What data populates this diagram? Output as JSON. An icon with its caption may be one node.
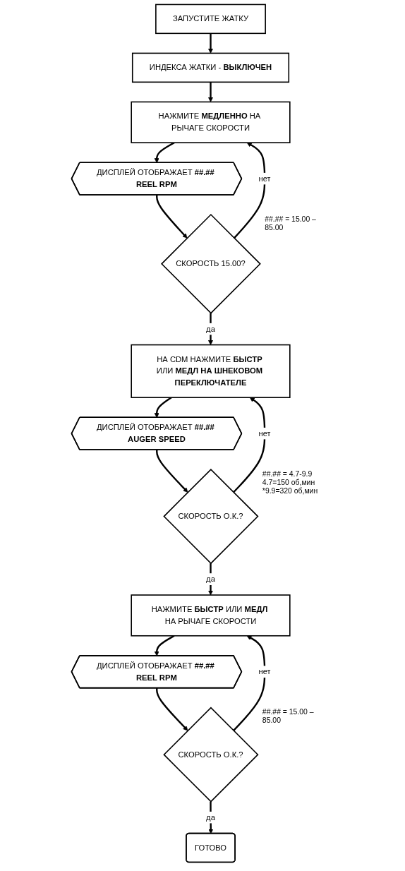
{
  "diagram": {
    "nodes": [
      {
        "text": [
          "ЗАПУСТИТЕ ЖАТКУ"
        ]
      },
      {
        "text": [
          "ИНДЕКСА ЖАТКИ - **ВЫКЛЮЧЕН**"
        ]
      },
      {
        "text": [
          "НАЖМИТЕ **МЕДЛЕННО** НА РЫЧАГЕ СКОРОСТИ"
        ]
      },
      {
        "text": [
          "ДИСПЛЕЙ ОТОБРАЖАЕТ **##.## REEL RPM**"
        ]
      },
      {
        "text": [
          "СКОРОСТЬ 15.00?"
        ],
        "beside": [
          "##.## = 15.00 – 85.00"
        ]
      },
      {
        "text": [
          "НА CDM НАЖМИТЕ **БЫСТР** ИЛИ **МЕДЛ НА ШНЕКОВОМ ПЕРЕКЛЮЧАТЕЛЕ**"
        ]
      },
      {
        "text": [
          "ДИСПЛЕЙ ОТОБРАЖАЕТ **##.## AUGER SPEED**"
        ]
      },
      {
        "text": [
          "СКОРОСТЬ О.К.?"
        ],
        "beside": [
          "##.## = 4.7-9.9 4.7=150 об,мин *9.9=320 об,мин"
        ]
      },
      {
        "text": [
          "НАЖМИТЕ **БЫСТР** ИЛИ **МЕДЛ** НА РЫЧАГЕ СКОРОСТИ"
        ]
      },
      {
        "text": [
          "ДИСПЛЕЙ ОТОБРАЖАЕТ **##.## REEL RPM**"
        ]
      },
      {
        "text": [
          "СКОРОСТЬ О.К.?"
        ],
        "beside": [
          "##.## = 15.00 – 85.00"
        ]
      },
      {
        "text": [
          "ГОТОВО"
        ]
      }
    ],
    "edges": [
      {
        "from": 0,
        "to": 1,
        "arrow": "to"
      },
      {
        "from": 1,
        "to": 2,
        "arrow": "to"
      },
      {
        "from": 2,
        "to": 3,
        "arrow": "to"
      },
      {
        "from": 3,
        "to": 4,
        "arrow": "to"
      },
      {
        "from": 4,
        "to": 2,
        "label": "нет",
        "arrow": "to"
      },
      {
        "from": 4,
        "to": 5,
        "label": "да",
        "arrow": "to"
      },
      {
        "from": 5,
        "to": 6,
        "arrow": "to"
      },
      {
        "from": 6,
        "to": 7,
        "arrow": "to"
      },
      {
        "from": 7,
        "to": 5,
        "label": "нет",
        "arrow": "to"
      },
      {
        "from": 7,
        "to": 8,
        "label": "да",
        "arrow": "to"
      },
      {
        "from": 8,
        "to": 9,
        "arrow": "to"
      },
      {
        "from": 9,
        "to": 10,
        "arrow": "to"
      },
      {
        "from": 10,
        "to": 8,
        "label": "нет",
        "arrow": "to"
      },
      {
        "from": 10,
        "to": 11,
        "label": "да",
        "arrow": "to"
      }
    ]
  }
}
